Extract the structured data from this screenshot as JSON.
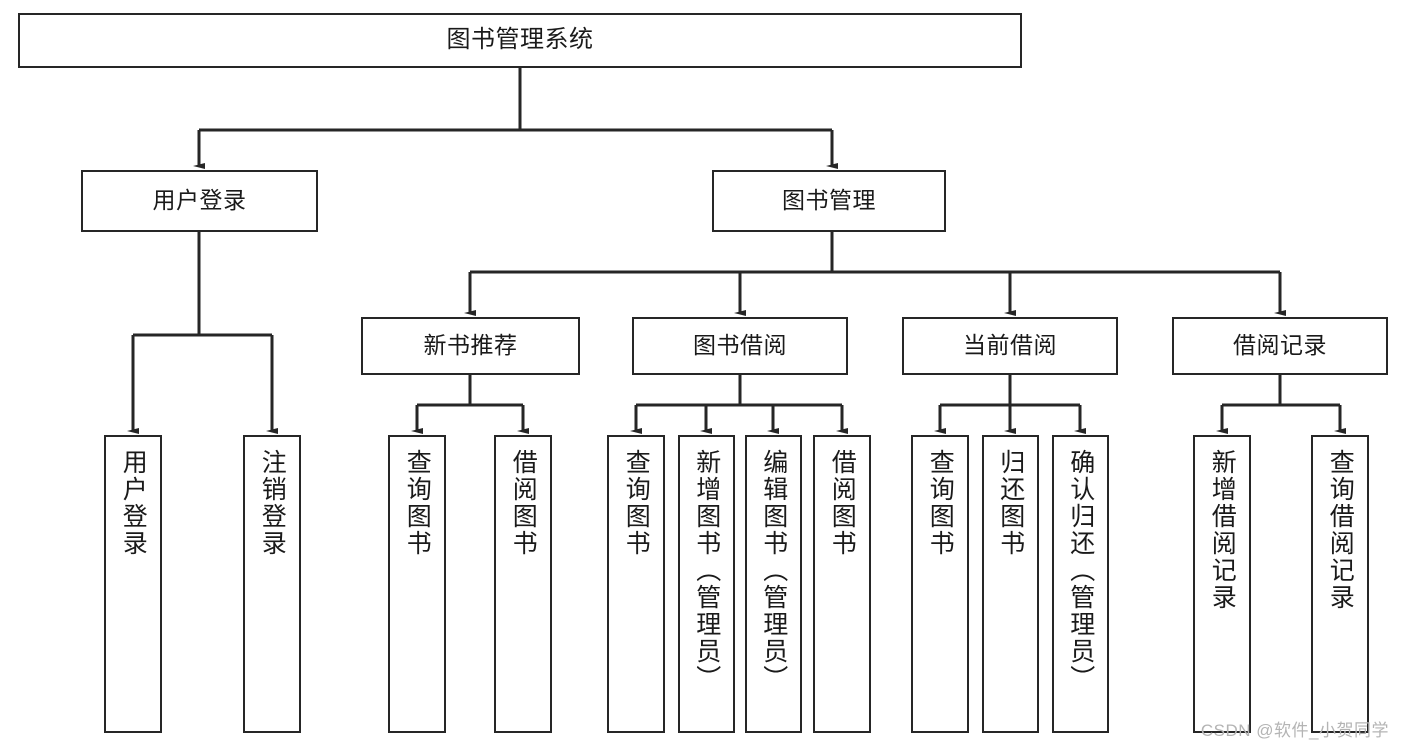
{
  "diagram": {
    "title": "图书管理系统",
    "type": "tree",
    "colors": {
      "node_border": "#262626",
      "node_fill": "#ffffff",
      "edge": "#262626",
      "text": "#1a1a1a",
      "watermark": "#b4b4b4",
      "background": "#ffffff"
    },
    "watermark": "CSDN @软件_小贺同学",
    "levels": [
      {
        "level": 1,
        "nodes": [
          {
            "id": "root",
            "label": "图书管理系统",
            "orientation": "horizontal"
          }
        ]
      },
      {
        "level": 2,
        "nodes": [
          {
            "id": "user-login",
            "label": "用户登录",
            "orientation": "horizontal",
            "parent": "root"
          },
          {
            "id": "book-manage",
            "label": "图书管理",
            "orientation": "horizontal",
            "parent": "root"
          }
        ]
      },
      {
        "level": 3,
        "nodes": [
          {
            "id": "new-book-rec",
            "label": "新书推荐",
            "orientation": "horizontal",
            "parent": "book-manage"
          },
          {
            "id": "book-borrow",
            "label": "图书借阅",
            "orientation": "horizontal",
            "parent": "book-manage"
          },
          {
            "id": "current-borrow",
            "label": "当前借阅",
            "orientation": "horizontal",
            "parent": "book-manage"
          },
          {
            "id": "borrow-record",
            "label": "借阅记录",
            "orientation": "horizontal",
            "parent": "book-manage"
          }
        ]
      },
      {
        "level": 4,
        "nodes": [
          {
            "id": "leaf-user-login",
            "label": "用户登录",
            "orientation": "vertical",
            "parent": "user-login"
          },
          {
            "id": "leaf-logout",
            "label": "注销登录",
            "orientation": "vertical",
            "parent": "user-login"
          },
          {
            "id": "leaf-query-book-1",
            "label": "查询图书",
            "orientation": "vertical",
            "parent": "new-book-rec"
          },
          {
            "id": "leaf-borrow-book-1",
            "label": "借阅图书",
            "orientation": "vertical",
            "parent": "new-book-rec"
          },
          {
            "id": "leaf-query-book-2",
            "label": "查询图书",
            "orientation": "vertical",
            "parent": "book-borrow"
          },
          {
            "id": "leaf-add-book",
            "label": "新增图书（管理员）",
            "orientation": "vertical",
            "parent": "book-borrow"
          },
          {
            "id": "leaf-edit-book",
            "label": "编辑图书（管理员）",
            "orientation": "vertical",
            "parent": "book-borrow"
          },
          {
            "id": "leaf-borrow-book-2",
            "label": "借阅图书",
            "orientation": "vertical",
            "parent": "book-borrow"
          },
          {
            "id": "leaf-query-book-3",
            "label": "查询图书",
            "orientation": "vertical",
            "parent": "current-borrow"
          },
          {
            "id": "leaf-return-book",
            "label": "归还图书",
            "orientation": "vertical",
            "parent": "current-borrow"
          },
          {
            "id": "leaf-confirm-return",
            "label": "确认归还（管理员）",
            "orientation": "vertical",
            "parent": "current-borrow"
          },
          {
            "id": "leaf-add-record",
            "label": "新增借阅记录",
            "orientation": "vertical",
            "parent": "borrow-record"
          },
          {
            "id": "leaf-query-record",
            "label": "查询借阅记录",
            "orientation": "vertical",
            "parent": "borrow-record"
          }
        ]
      }
    ]
  }
}
